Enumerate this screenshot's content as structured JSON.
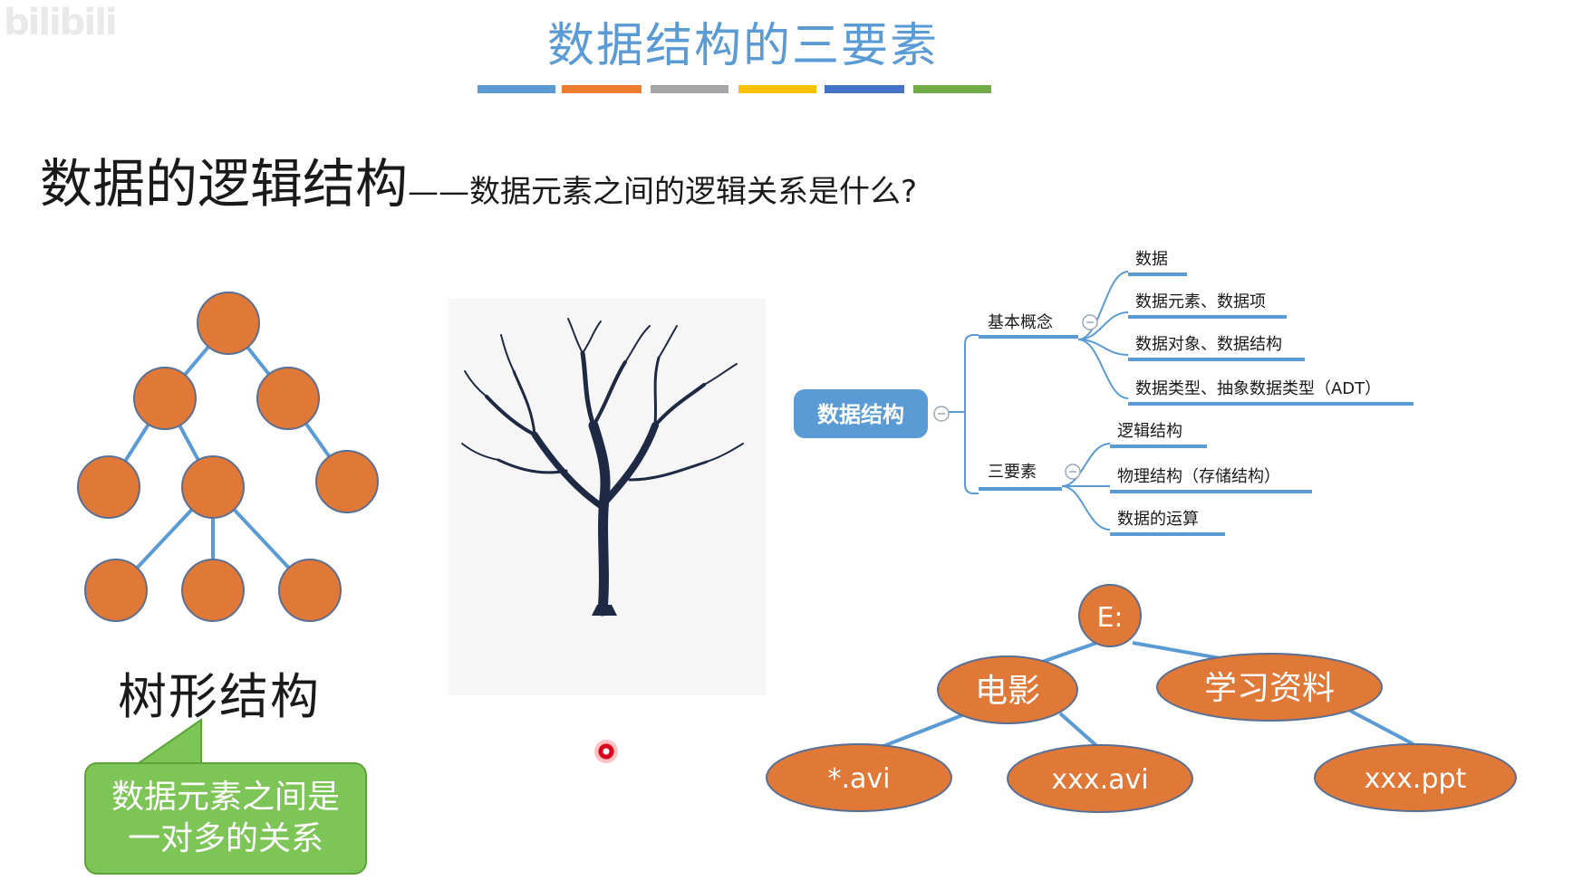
{
  "watermark": "bilibili",
  "slide_title": "数据结构的三要素",
  "title_bar_colors": [
    "#5b9bd5",
    "#ed7d31",
    "#a5a5a5",
    "#ffc000",
    "#4472c4",
    "#70ad47"
  ],
  "subtitle": {
    "main": "数据的逻辑结构",
    "secondary": "——数据元素之间的逻辑关系是什么?"
  },
  "tree_diagram": {
    "caption": "树形结构",
    "node_color": "#e07838",
    "edge_color": "#5b9bd5"
  },
  "callout": {
    "line1": "数据元素之间是",
    "line2": "一对多的关系"
  },
  "mindmap": {
    "root": "数据结构",
    "branches": [
      {
        "label": "基本概念",
        "children": [
          "数据",
          "数据元素、数据项",
          "数据对象、数据结构",
          "数据类型、抽象数据类型（ADT）"
        ]
      },
      {
        "label": "三要素",
        "children": [
          "逻辑结构",
          "物理结构（存储结构）",
          "数据的运算"
        ]
      }
    ]
  },
  "folder_tree": {
    "root": "E:",
    "level1": [
      "电影",
      "学习资料"
    ],
    "level2": [
      "*.avi",
      "xxx.avi",
      "xxx.ppt"
    ]
  }
}
